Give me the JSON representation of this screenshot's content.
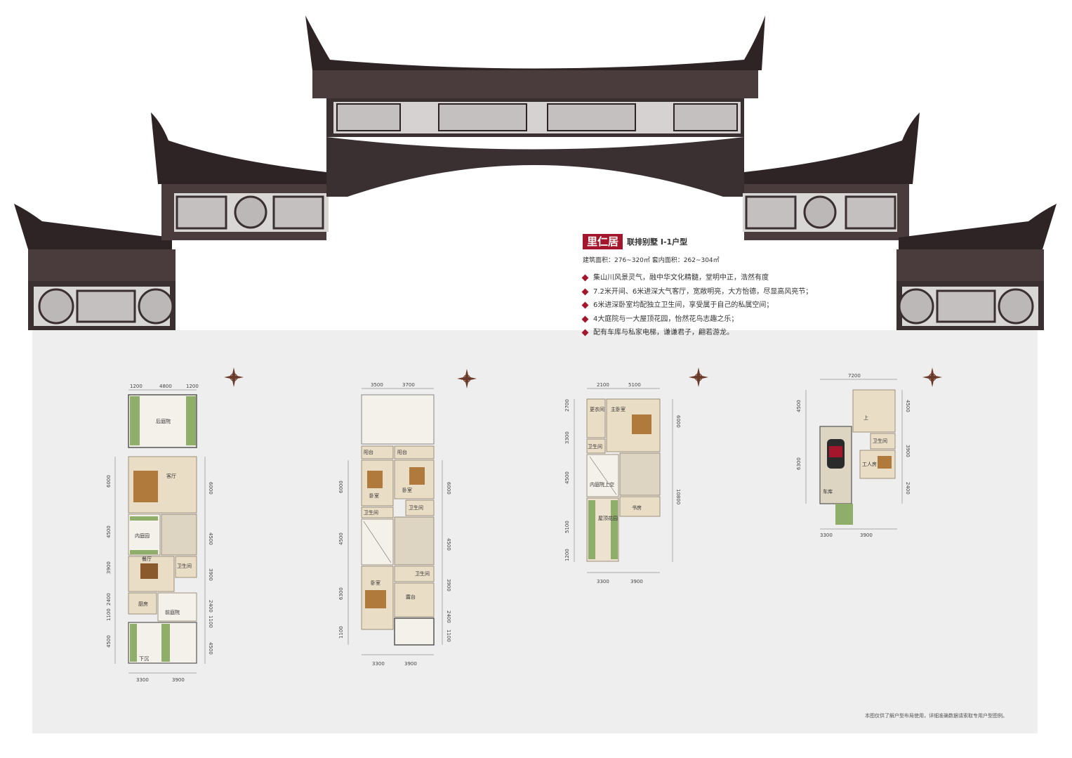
{
  "header": {
    "project_name": "里仁居",
    "type_label": "联排别墅 I-1户型",
    "area_line": "建筑面积：276~320㎡  套内面积：262~304㎡"
  },
  "features": [
    "集山川风景灵气，融中华文化精髓，堂明中正，浩然有度",
    "7.2米开间、6米进深大气客厅，宽敞明亮，大方怡德，尽显高风亮节；",
    "6米进深卧室均配独立卫生间，享受属于自己的私属空间；",
    "4大庭院与一大屋顶花园，怡然花鸟志趣之乐；",
    "配有车库与私家电梯，谦谦君子，翩若游龙。"
  ],
  "plan1": {
    "rooms": [
      "后庭院",
      "客厅",
      "内庭园",
      "餐厅",
      "卫生间",
      "厨房",
      "前庭院",
      "下沉"
    ],
    "top_dims": [
      "1200",
      "4800",
      "1200"
    ],
    "left_dims": [
      "6000",
      "4500",
      "3900",
      "2400",
      "1100",
      "4500"
    ],
    "right_dims": [
      "6000",
      "4500",
      "3900",
      "2400",
      "1100",
      "4500"
    ],
    "bottom_dims": [
      "3300",
      "3900"
    ]
  },
  "plan2": {
    "rooms": [
      "阳台",
      "阳台",
      "卧室",
      "卧室",
      "卫生间",
      "卫生间",
      "卧室",
      "卫生间",
      "露台"
    ],
    "top_dims": [
      "3500",
      "3700"
    ],
    "left_dims": [
      "6000",
      "4500",
      "6300",
      "1100"
    ],
    "right_dims": [
      "6000",
      "4500",
      "3900",
      "2400",
      "1100"
    ],
    "bottom_dims": [
      "3300",
      "3900"
    ]
  },
  "plan3": {
    "rooms": [
      "更衣间",
      "主卧室",
      "卫生间",
      "内庭院上空",
      "书房",
      "屋顶花园"
    ],
    "top_dims": [
      "2100",
      "5100"
    ],
    "left_dims": [
      "2700",
      "3300",
      "4500",
      "5100",
      "1200"
    ],
    "right_dims": [
      "6000",
      "10800"
    ],
    "bottom_dims": [
      "3300",
      "3900"
    ]
  },
  "plan4": {
    "rooms": [
      "卫生间",
      "工人房",
      "车库"
    ],
    "top_dims": [
      "7200"
    ],
    "left_dims": [
      "4500",
      "6300"
    ],
    "right_dims": [
      "4500",
      "3900",
      "2400"
    ],
    "bottom_dims": [
      "3300",
      "3900"
    ],
    "stair_label": "上"
  },
  "disclaimer": "本图仅供了解户型布局使用，详细准确数据请索取专用户型图例。",
  "colors": {
    "accent": "#a3162b",
    "roof": "#2e2426",
    "wall": "#eeeeee",
    "room": "#e9ddc6"
  }
}
